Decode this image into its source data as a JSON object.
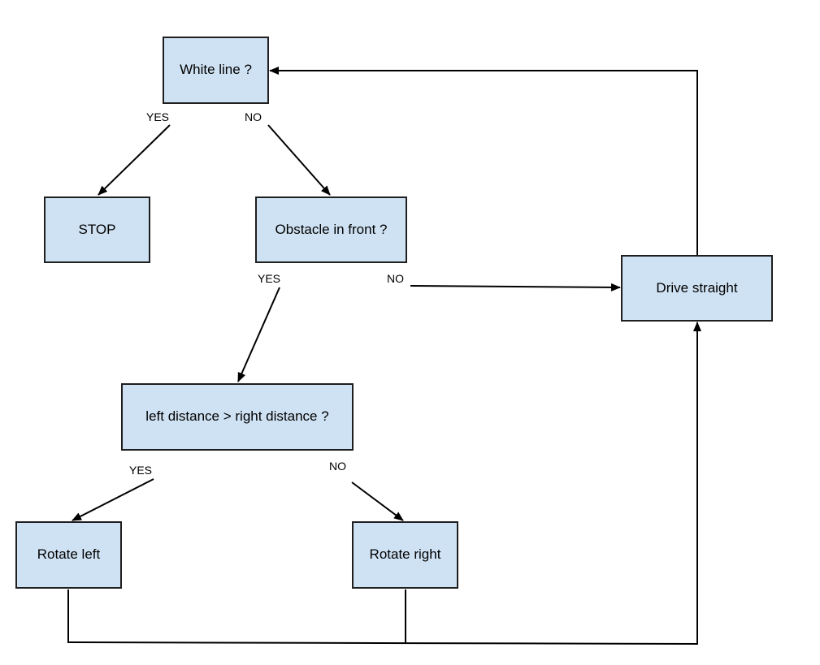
{
  "nodes": {
    "white_line": "White line ?",
    "stop": "STOP",
    "obstacle": "Obstacle in front ?",
    "drive": "Drive straight",
    "distance": "left distance > right distance ?",
    "rotate_left": "Rotate left",
    "rotate_right": "Rotate right"
  },
  "edge_labels": {
    "white_line_yes": "YES",
    "white_line_no": "NO",
    "obstacle_yes": "YES",
    "obstacle_no": "NO",
    "distance_yes": "YES",
    "distance_no": "NO"
  },
  "colors": {
    "node_fill": "#cfe2f3",
    "node_border": "#1f1f1f",
    "connector": "#000000"
  }
}
